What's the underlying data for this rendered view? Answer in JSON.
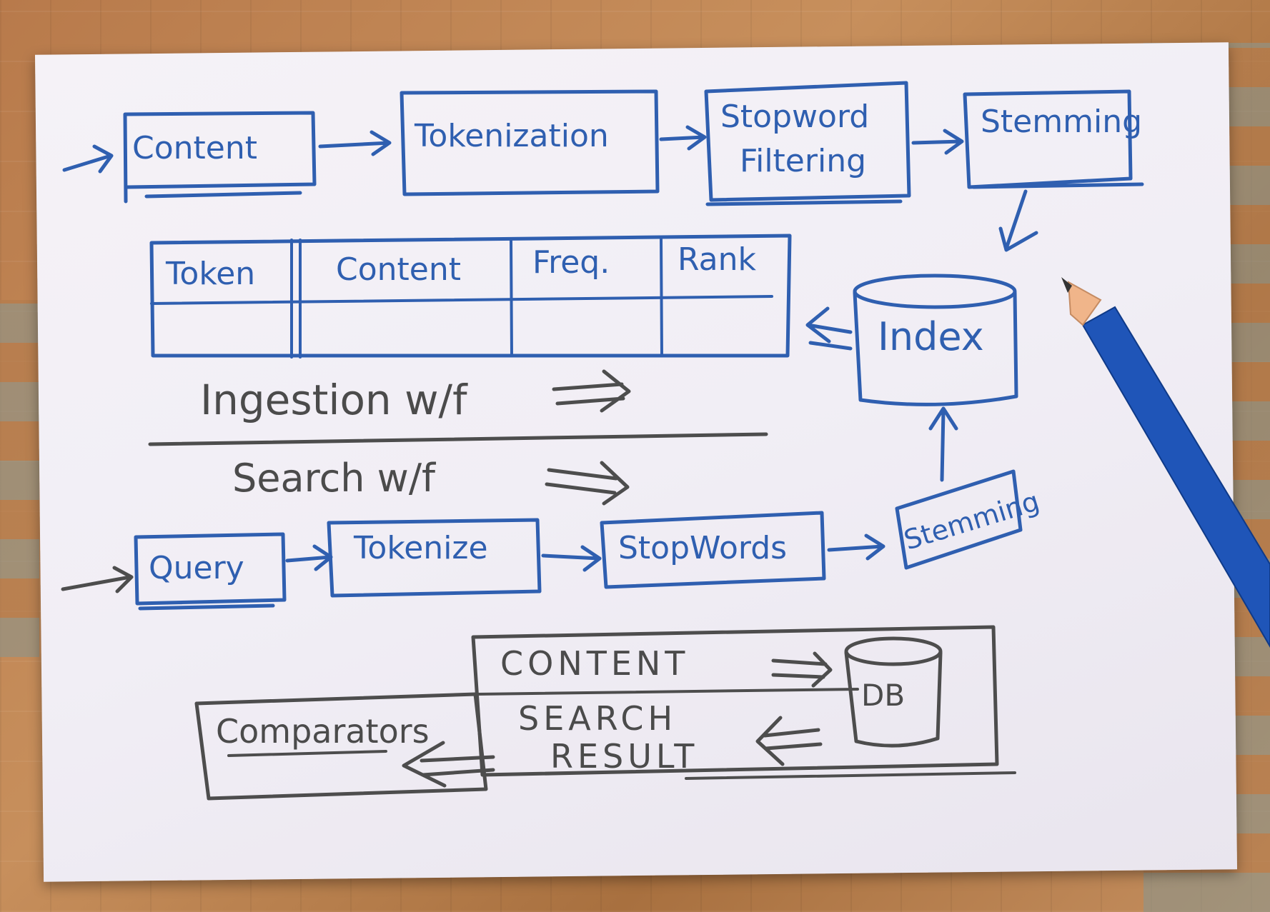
{
  "ingestion": {
    "content": "Content",
    "tokenization": "Tokenization",
    "stopword_line1": "Stopword",
    "stopword_line2": "Filtering",
    "stemming": "Stemming",
    "label": "Ingestion w/f"
  },
  "index_label": "Index",
  "table": {
    "headers": [
      "Token",
      "Content",
      "Freq.",
      "Rank"
    ]
  },
  "search": {
    "label": "Search w/f",
    "query": "Query",
    "tokenize": "Tokenize",
    "stopwords": "StopWords",
    "stemming": "Stemming"
  },
  "bottom": {
    "content": "CONTENT",
    "search_line1": "SEARCH",
    "search_line2": "RESULT",
    "db": "DB",
    "comparators": "Comparators"
  },
  "colors": {
    "blue_pencil": "#2f5fb0",
    "graphite": "#4d4d4d",
    "paper": "#f3f0f6"
  }
}
